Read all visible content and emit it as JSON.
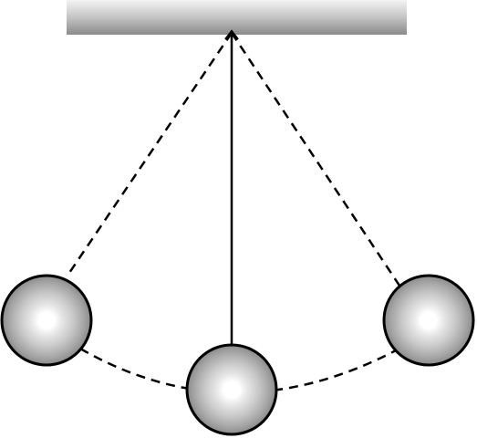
{
  "diagram": {
    "subject": "pendulum",
    "support_bar": {
      "fill": "gray-gradient"
    },
    "positions": [
      "left-extreme",
      "center-rest",
      "right-extreme"
    ],
    "colors": {
      "line": "#000000",
      "bob_center": "#ffffff",
      "bob_edge": "#7a7a7a",
      "bar_light": "#f2f2f2",
      "bar_dark": "#8c8c8c"
    },
    "strings": {
      "center": "solid",
      "sides": "dashed"
    },
    "swing_path": "dashed-arc"
  }
}
